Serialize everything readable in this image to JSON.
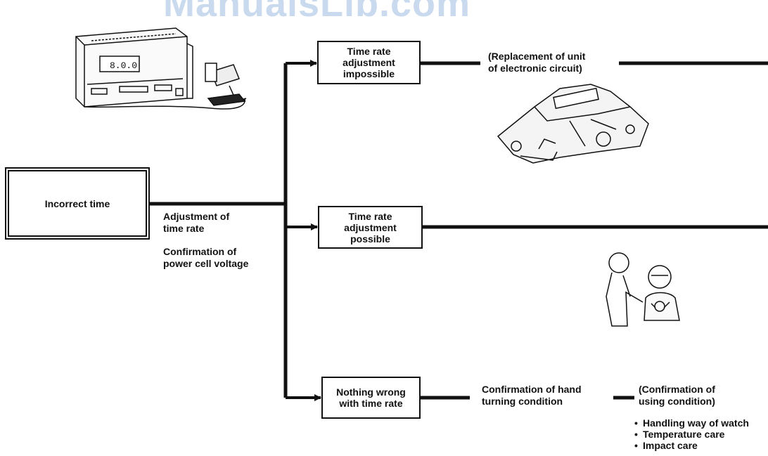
{
  "watermark": "ManualsLib.com",
  "nodes": {
    "start": "Incorrect time",
    "impossible": "Time rate\nadjustment\nimpossible",
    "possible": "Time rate\nadjustment\npossible",
    "nothing_wrong": "Nothing wrong\nwith time rate"
  },
  "labels": {
    "adjustment": "Adjustment of\ntime rate",
    "confirmation_voltage": "Confirmation of\npower cell voltage",
    "replacement": "(Replacement of unit\nof electronic circuit)",
    "hand_turning": "Confirmation of hand\nturning condition",
    "using_condition": "(Confirmation of\nusing condition)"
  },
  "care_items": [
    "Handling way of watch",
    "Temperature care",
    "Impact care"
  ],
  "device_display": "8.0.0",
  "colors": {
    "ink": "#111111",
    "watermark": "#c9d9ee"
  }
}
